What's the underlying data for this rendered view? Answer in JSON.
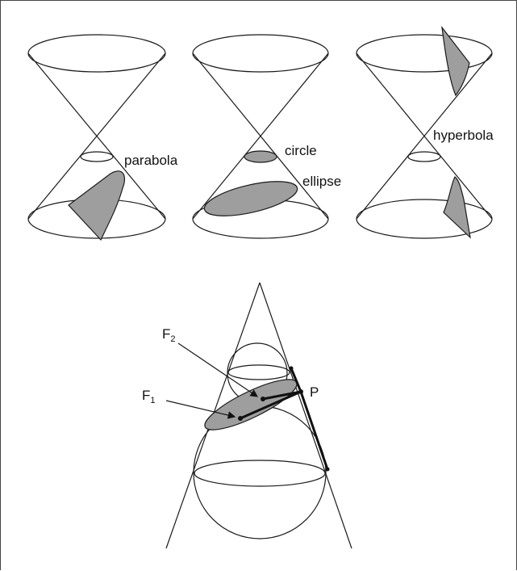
{
  "labels": {
    "parabola": "parabola",
    "circle": "circle",
    "ellipse": "ellipse",
    "hyperbola": "hyperbola",
    "f2_main": "F",
    "f2_sub": "2",
    "f1_main": "F",
    "f1_sub": "1",
    "p": "P"
  },
  "colors": {
    "shade": "#9e9e9e",
    "line": "#1a1a1a"
  }
}
